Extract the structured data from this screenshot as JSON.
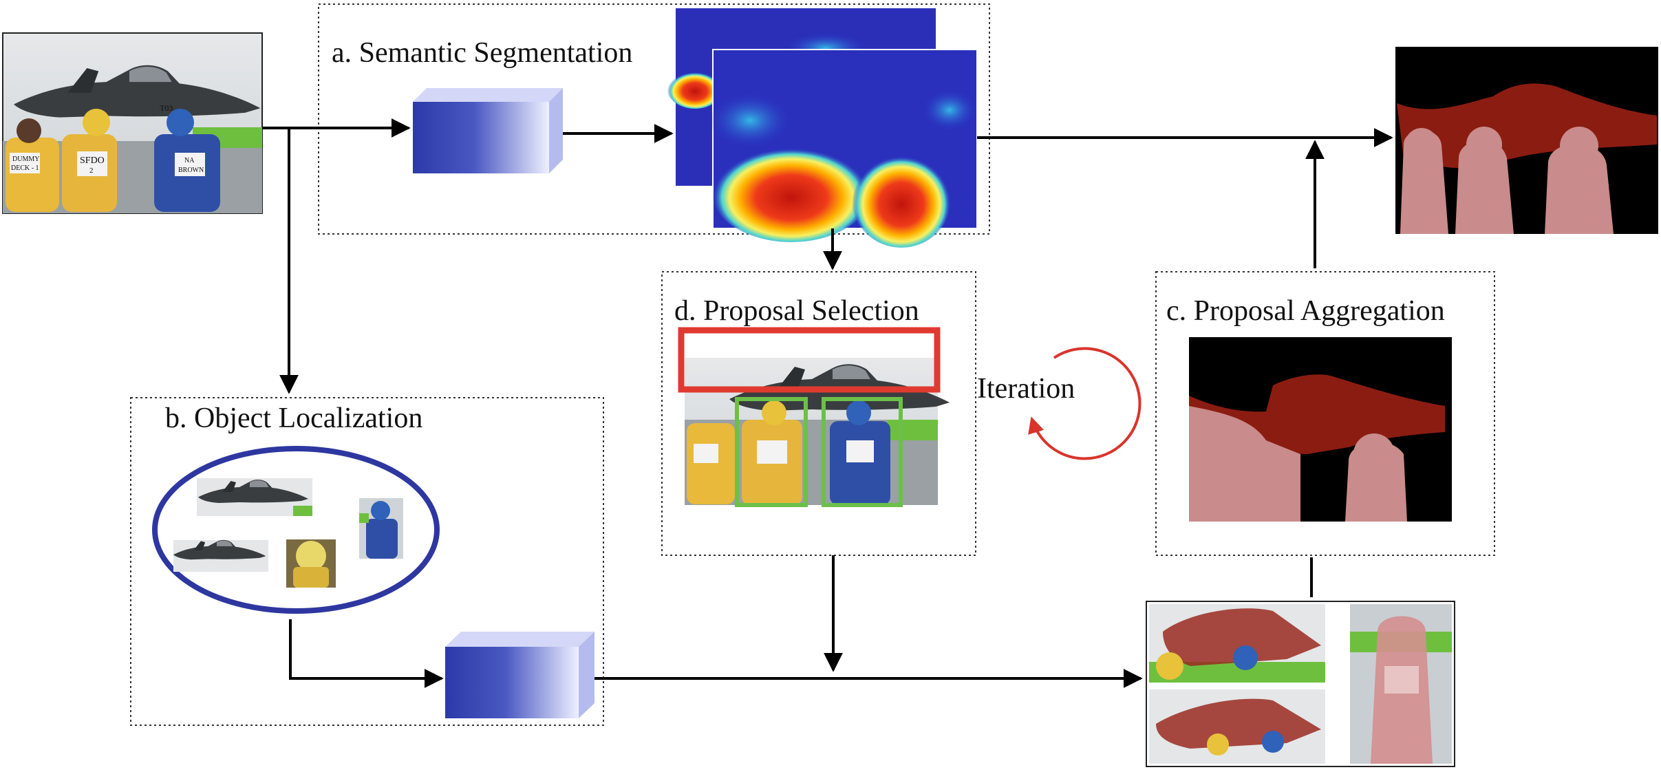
{
  "labels": {
    "semantic": "a. Semantic Segmentation",
    "localization": "b. Object Localization",
    "aggregation": "c. Proposal Aggregation",
    "selection": "d. Proposal Selection",
    "iteration": "Iteration"
  },
  "vests": {
    "p1": [
      "DUMMY",
      "DECK - 1"
    ],
    "p2": [
      "SFDO",
      "2"
    ],
    "p3": [
      "NA",
      "BROWN"
    ],
    "tail": "T03"
  },
  "colors": {
    "arrow": "#000000",
    "loop": "#d9342b",
    "proposal_box_red": "#e03a30",
    "proposal_box_green": "#6cc04a",
    "ellipse": "#2e37a0",
    "cube_front_dark": "#2f3fae",
    "cube_light": "#c9cdf5",
    "mask_object": "#8b1c12",
    "mask_person": "#c98b8b",
    "mask_bg": "#000000"
  }
}
